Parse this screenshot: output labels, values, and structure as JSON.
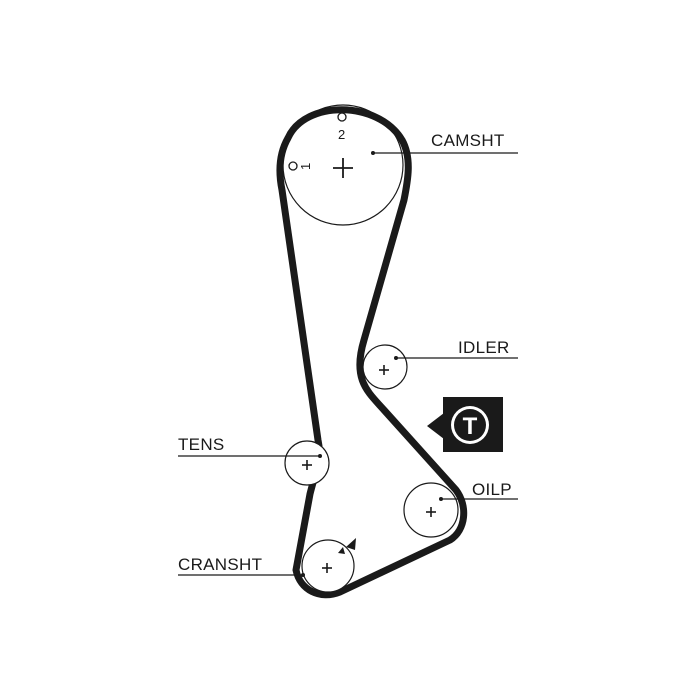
{
  "labels": {
    "camshaft": "CAMSHT",
    "idler": "IDLER",
    "tensioner": "TENS",
    "oil_pump": "OILP",
    "crankshaft": "CRANSHT"
  },
  "timing_marks": {
    "mark_1": "1",
    "mark_2": "2"
  },
  "tensioner_symbol": {
    "letter": "T"
  },
  "colors": {
    "ink": "#1a1a1a",
    "background": "#ffffff"
  }
}
